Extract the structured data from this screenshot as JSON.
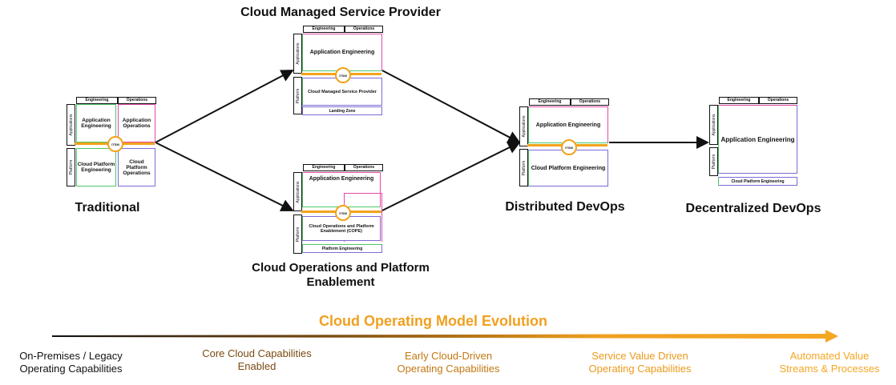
{
  "titles": {
    "traditional": "Traditional",
    "cmsp": "Cloud Managed Service Provider",
    "cope": "Cloud Operations and Platform Enablement",
    "distributed": "Distributed DevOps",
    "decentralized": "Decentralized DevOps"
  },
  "labels": {
    "engineering": "Engineering",
    "operations": "Operations",
    "applications": "Applications",
    "platform": "Platform",
    "itsm": "ITSM"
  },
  "traditional": {
    "app_eng": "Application Engineering",
    "app_ops": "Application Operations",
    "cp_eng": "Cloud Platform Engineering",
    "cp_ops": "Cloud Platform Operations"
  },
  "cmsp": {
    "app_eng": "Application Engineering",
    "provider": "Cloud Managed Service Provider",
    "landing_zone": "Landing Zone"
  },
  "cope": {
    "app_eng": "Application Engineering",
    "cope_box": "Cloud Operations and Platform Enablement (COPE)",
    "platform_eng": "Platform Engineering"
  },
  "distributed": {
    "app_eng": "Application Engineering",
    "cp_eng": "Cloud Platform Engineering"
  },
  "decentralized": {
    "app_eng": "Application Engineering",
    "cp_eng": "Cloud Platform Engineering"
  },
  "evolution": {
    "title": "Cloud Operating Model Evolution",
    "stages": [
      "On-Premises / Legacy Operating Capabilities",
      "Core Cloud Capabilities Enabled",
      "Early Cloud-Driven Operating Capabilities",
      "Service Value Driven Operating Capabilities",
      "Automated Value Streams & Processes"
    ],
    "colors": {
      "start": "#111111",
      "end": "#f5a623"
    }
  }
}
